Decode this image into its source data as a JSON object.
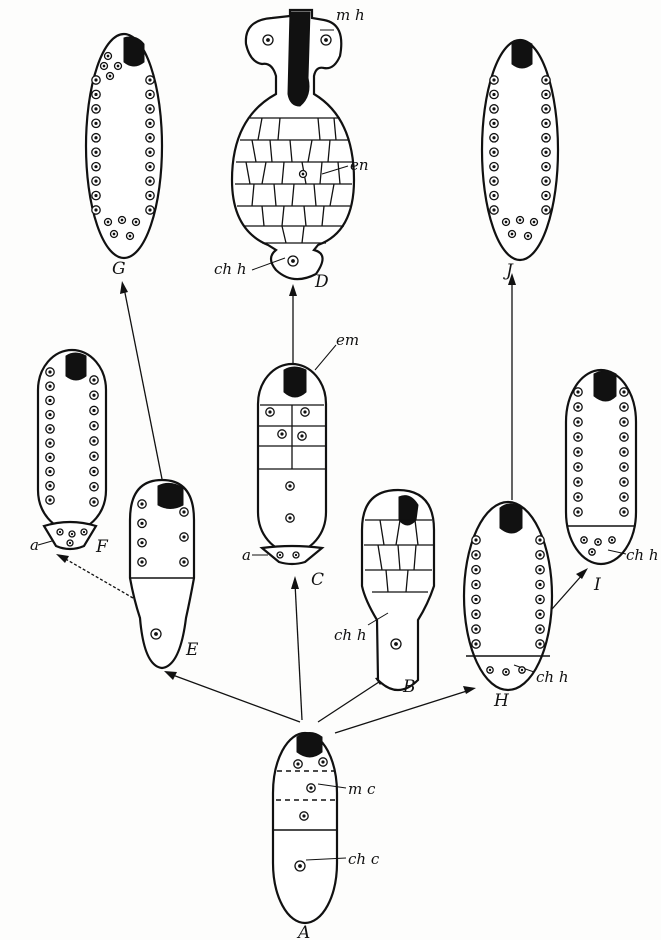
{
  "panel_labels": {
    "A": "A",
    "B": "B",
    "C": "C",
    "D": "D",
    "E": "E",
    "F": "F",
    "G": "G",
    "H": "H",
    "I": "I",
    "J": "J"
  },
  "annotations": {
    "mh": "m h",
    "en": "en",
    "em": "em",
    "chh_D": "ch h",
    "chh_B": "ch h",
    "chh_H": "ch h",
    "chh_I": "ch h",
    "a_F": "a",
    "a_C": "a",
    "mc": "m c",
    "chc": "ch c"
  }
}
